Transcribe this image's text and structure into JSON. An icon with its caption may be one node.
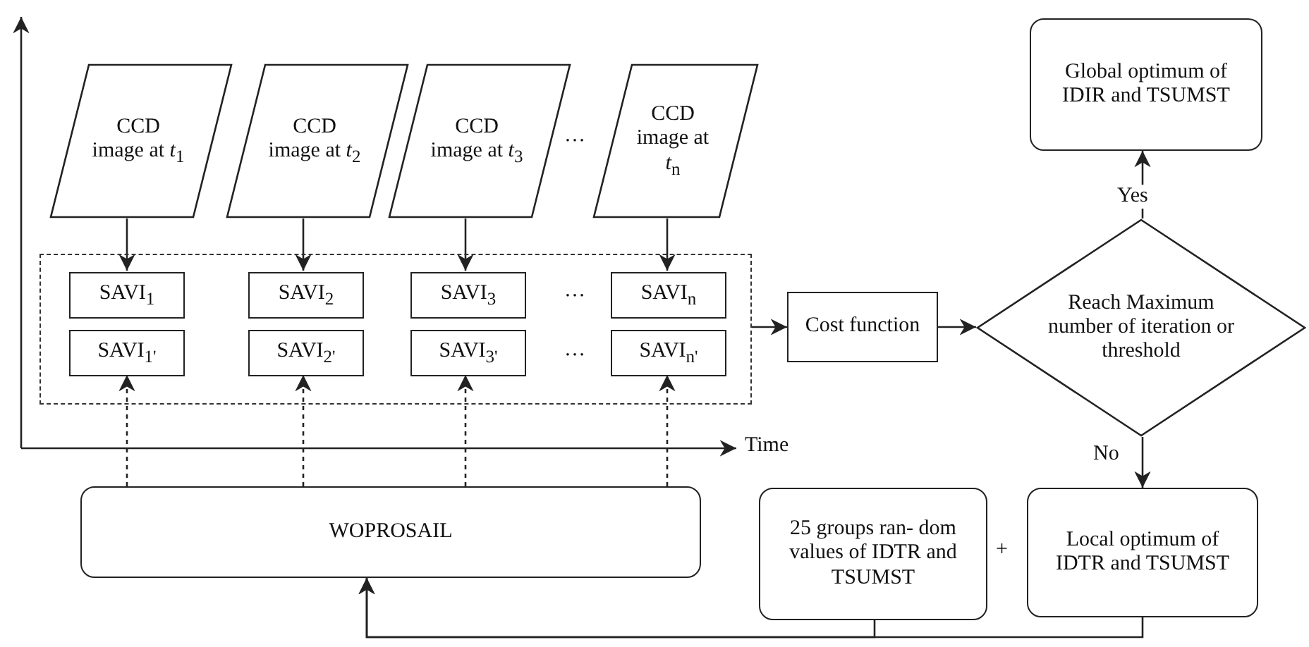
{
  "diagram": {
    "nodes": [
      {
        "text": [
          "CCD image at *t*$_{1}$"
        ]
      },
      {
        "text": [
          "CCD image at *t*$_{2}$"
        ]
      },
      {
        "text": [
          "CCD image at *t*$_{3}$"
        ]
      },
      {
        "text": [
          "CCD image at *t*$_{n}$"
        ]
      },
      {
        "text": [],
        "shape": "box"
      },
      {
        "text": [
          "SAVI$_{1}$"
        ],
        "in": 4
      },
      {
        "text": [
          "SAVI$_{2}$"
        ],
        "in": 4
      },
      {
        "text": [
          "SAVI$_{3}$"
        ],
        "in": 4
      },
      {
        "text": [
          "SAVI$_{n}$"
        ],
        "in": 4
      },
      {
        "text": [
          "SAVI$_{1'}$"
        ],
        "in": 4
      },
      {
        "text": [
          "SAVI$_{2'}$"
        ],
        "in": 4
      },
      {
        "text": [
          "SAVI$_{3'}$"
        ],
        "in": 4
      },
      {
        "text": [
          "SAVI$_{n'}$"
        ],
        "in": 4
      },
      {
        "text": [
          "WOPROSAIL"
        ]
      },
      {
        "text": [
          "Cost function"
        ]
      },
      {
        "text": [
          "Reach Maximum number of iteration or threshold"
        ]
      },
      {
        "text": [
          "Global optimum of IDIR and TSUMST"
        ]
      },
      {
        "text": [
          "25 groups ran- dom values of IDTR and TSUMST"
        ]
      },
      {
        "text": [
          "Local optimum of IDTR and TSUMST"
        ]
      }
    ],
    "edges": [
      {
        "from": 0,
        "to": 5,
        "arrow": "to"
      },
      {
        "from": 1,
        "to": 6,
        "arrow": "to"
      },
      {
        "from": 2,
        "to": 7,
        "arrow": "to"
      },
      {
        "from": 3,
        "to": 8,
        "arrow": "to"
      },
      {
        "from": 13,
        "to": 9,
        "arrow": "to",
        "style": "dashed"
      },
      {
        "from": 13,
        "to": 10,
        "arrow": "to",
        "style": "dashed"
      },
      {
        "from": 13,
        "to": 11,
        "arrow": "to",
        "style": "dashed"
      },
      {
        "from": 13,
        "to": 12,
        "arrow": "to",
        "style": "dashed"
      },
      {
        "from": 4,
        "to": 14,
        "arrow": "to"
      },
      {
        "from": 14,
        "to": 15,
        "arrow": "to"
      },
      {
        "from": 15,
        "to": 16,
        "arrow": "to",
        "label": "Yes"
      },
      {
        "from": 15,
        "to": 18,
        "arrow": "to",
        "label": "No"
      },
      {
        "from": 17,
        "to": 13,
        "arrow": "to"
      },
      {
        "from": 18,
        "to": 13,
        "arrow": "to"
      }
    ],
    "labels": [
      "…",
      "…",
      "…",
      "Time",
      "+"
    ]
  }
}
